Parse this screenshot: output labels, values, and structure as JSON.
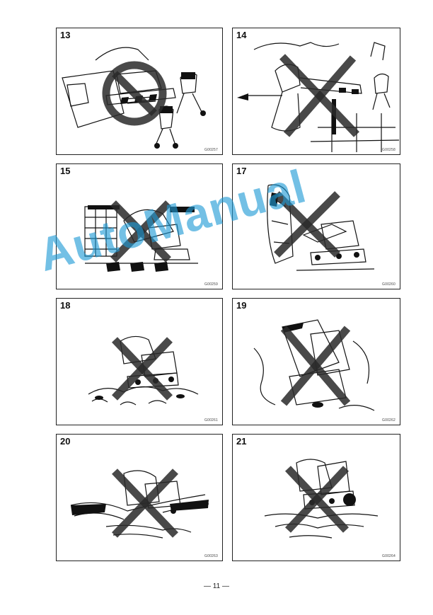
{
  "panels": [
    {
      "number": "13",
      "code": "G00257",
      "mark": "prohibited-circle",
      "icon": "excavator-swing-hazard-illustration"
    },
    {
      "number": "14",
      "code": "G00258",
      "mark": "cross",
      "icon": "person-struck-by-arm-illustration"
    },
    {
      "number": "15",
      "code": "G00259",
      "mark": "cross",
      "icon": "excavator-hitting-wall-illustration"
    },
    {
      "number": "17",
      "code": "G00260",
      "mark": "cross",
      "icon": "excavator-undercut-slope-illustration"
    },
    {
      "number": "18",
      "code": "G00261",
      "mark": "cross",
      "icon": "excavator-on-rubble-illustration"
    },
    {
      "number": "19",
      "code": "G00262",
      "mark": "cross",
      "icon": "excavator-tipping-on-slope-illustration"
    },
    {
      "number": "20",
      "code": "G00263",
      "mark": "cross",
      "icon": "excavator-in-water-illustration"
    },
    {
      "number": "21",
      "code": "G00264",
      "mark": "cross",
      "icon": "excavator-sinking-in-mud-illustration"
    }
  ],
  "page_number": "— 11 —",
  "watermark": "AutoManual",
  "colors": {
    "cross": "#2a2a2a",
    "watermark": "#1e9ad6",
    "ink": "#111111"
  }
}
